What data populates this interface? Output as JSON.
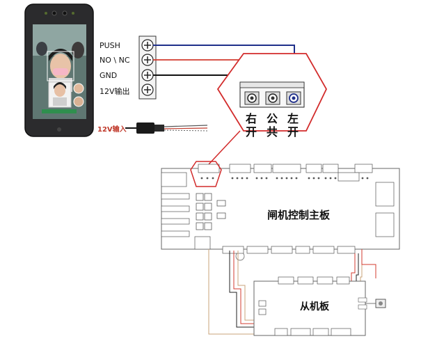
{
  "terminals": {
    "labels": [
      "PUSH",
      "NO \\ NC",
      "GND",
      "12V输出"
    ]
  },
  "power_input": {
    "label": "12V输入"
  },
  "zoom_panel": {
    "labels": [
      {
        "top": "右",
        "bottom": "开"
      },
      {
        "top": "公",
        "bottom": "共"
      },
      {
        "top": "左",
        "bottom": "开"
      }
    ]
  },
  "main_board": {
    "title": "闸机控制主板"
  },
  "slave_board": {
    "title": "从机板"
  },
  "colors": {
    "wire_blue": "#1f2f8a",
    "wire_red": "#d33b2f",
    "wire_black": "#111111",
    "wire_gray": "#9a9a9a",
    "highlight_red": "#d22b2b",
    "wire_tan": "#c8a37a"
  }
}
